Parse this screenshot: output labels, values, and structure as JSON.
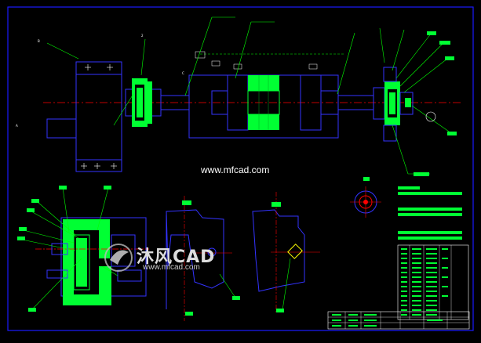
{
  "watermark": {
    "url_top": "www.mfcad.com",
    "logo_text": "沐风CAD",
    "logo_url": "www.mfcad.com"
  },
  "notes": {
    "note1": "技术要求",
    "note2": "润滑说明"
  },
  "colors": {
    "background": "#000000",
    "frame": "#1a1aff",
    "outline": "#3333ff",
    "part": "#00ff33",
    "leader": "#00ff00",
    "centerline": "#ff0000",
    "white": "#ffffff",
    "yellow": "#ffff00"
  }
}
